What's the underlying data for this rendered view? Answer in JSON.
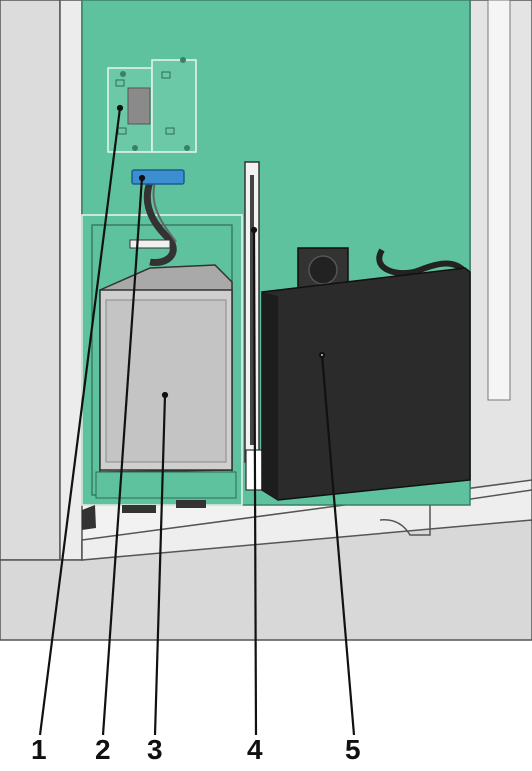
{
  "callouts": [
    {
      "number": "1"
    },
    {
      "number": "2"
    },
    {
      "number": "3"
    },
    {
      "number": "4"
    },
    {
      "number": "5"
    }
  ],
  "colors": {
    "board": "#5ec29e",
    "chassis": "#e6e6e6",
    "chassis_shadow": "#c9c9c9",
    "hdd": "#cfcfcf",
    "module": "#2b2b2b",
    "connector": "#3b8fd1",
    "leader": "#111111"
  },
  "icons": [
    "memory-card",
    "ribbon-cable",
    "hard-disk",
    "card-slot",
    "port-module"
  ]
}
